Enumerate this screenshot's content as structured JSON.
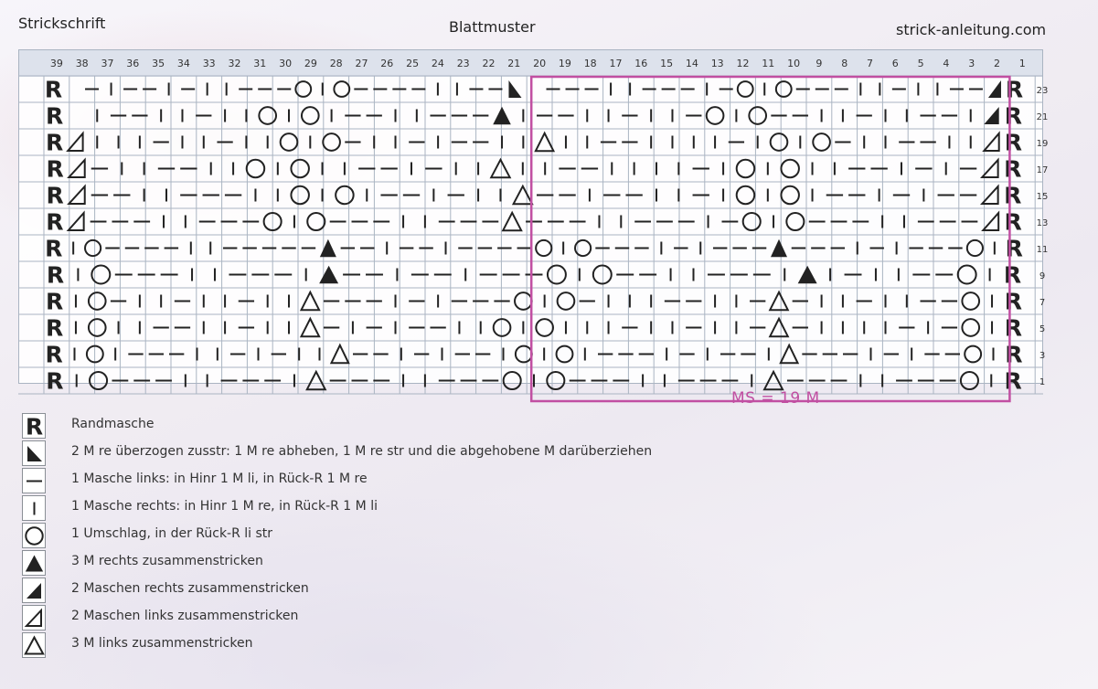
{
  "header": {
    "left_title": "Strickschrift",
    "center_title": "Blattmuster",
    "site": "strick-anleitung.com"
  },
  "chart": {
    "stitch_columns": [
      39,
      38,
      37,
      36,
      35,
      34,
      33,
      32,
      31,
      30,
      29,
      28,
      27,
      26,
      25,
      24,
      23,
      22,
      21,
      20,
      19,
      18,
      17,
      16,
      15,
      14,
      13,
      12,
      11,
      10,
      9,
      8,
      7,
      6,
      5,
      4,
      3,
      2,
      1
    ],
    "rows": [
      {
        "number": "23",
        "cells": "R(-|--|-||---O|O----||-- r(---||---|-O|O---||-||--lR"
      },
      {
        "number": "21",
        "cells": "R(|--||-||O|O|--||---L|--||-||-O|O--||-||--|lR"
      },
      {
        "number": "19",
        "cells": "R/|||-||-||O|O-||-|--||A||--||||-|O|O-||--||/R"
      },
      {
        "number": "17",
        "cells": "R/-||--||O|O||--|-||A||--||||-|O|O||--|-|-/R"
      },
      {
        "number": "15",
        "cells": "R/--||---||O|O|--|-||A--|--||-|O|O|--|-|--/R"
      },
      {
        "number": "13",
        "cells": "R/---||---O|O---||---A---||---|-O|O---||---/R"
      },
      {
        "number": "11",
        "cells": "R|O----||-----L--|--|----O|O---|-|---L---|-|---O|R"
      },
      {
        "number": "9",
        "cells": "R|O---||---|L--|--|---O|O--||---|L|-||--O|R"
      },
      {
        "number": "7",
        "cells": "R|O-||-||-||A---|-|---O|O-|||--||-A-||-||--O|R"
      },
      {
        "number": "5",
        "cells": "R|O||--||-||A-|-|--||O|O|||-||-||-A-||||-|-O|R"
      },
      {
        "number": "3",
        "cells": "R|O|---||-|-||A--|-|--|O|O|---|-|--|A---|-|--O|R"
      },
      {
        "number": "1",
        "cells": "R|O---||---|A---||---O|O---||---|A---||---O|R"
      }
    ],
    "repeat_label": "MS = 19 M",
    "repeat_columns": [
      20,
      2
    ],
    "colors": {
      "grid_line": "#aab4c2",
      "header_bg": "#dde2ec",
      "symbol": "#222222",
      "repeat_frame": "#c14fa2"
    }
  },
  "legend": [
    {
      "symbol": "R",
      "icon": "selvage-stitch-icon",
      "text": "Randmasche"
    },
    {
      "symbol": "r",
      "icon": "skp-decrease-icon",
      "text": "2 M re überzogen zusstr: 1 M re abheben, 1 M re str und die abgehobene M darüberziehen"
    },
    {
      "symbol": "-",
      "icon": "purl-stitch-icon",
      "text": "1 Masche links: in Hinr 1 M li, in Rück-R 1 M re"
    },
    {
      "symbol": "|",
      "icon": "knit-stitch-icon",
      "text": "1 Masche rechts: in Hinr 1 M re, in Rück-R 1 M li"
    },
    {
      "symbol": "O",
      "icon": "yarn-over-icon",
      "text": "1 Umschlag, in der Rück-R li str"
    },
    {
      "symbol": "L",
      "icon": "k3tog-icon",
      "text": "3 M rechts zusammenstricken"
    },
    {
      "symbol": "l",
      "icon": "k2tog-icon",
      "text": "2 Maschen rechts zusammenstricken"
    },
    {
      "symbol": "/",
      "icon": "p2tog-icon",
      "text": "2 Maschen links zusammenstricken"
    },
    {
      "symbol": "A",
      "icon": "p3tog-icon",
      "text": "3 M links zusammenstricken"
    }
  ]
}
